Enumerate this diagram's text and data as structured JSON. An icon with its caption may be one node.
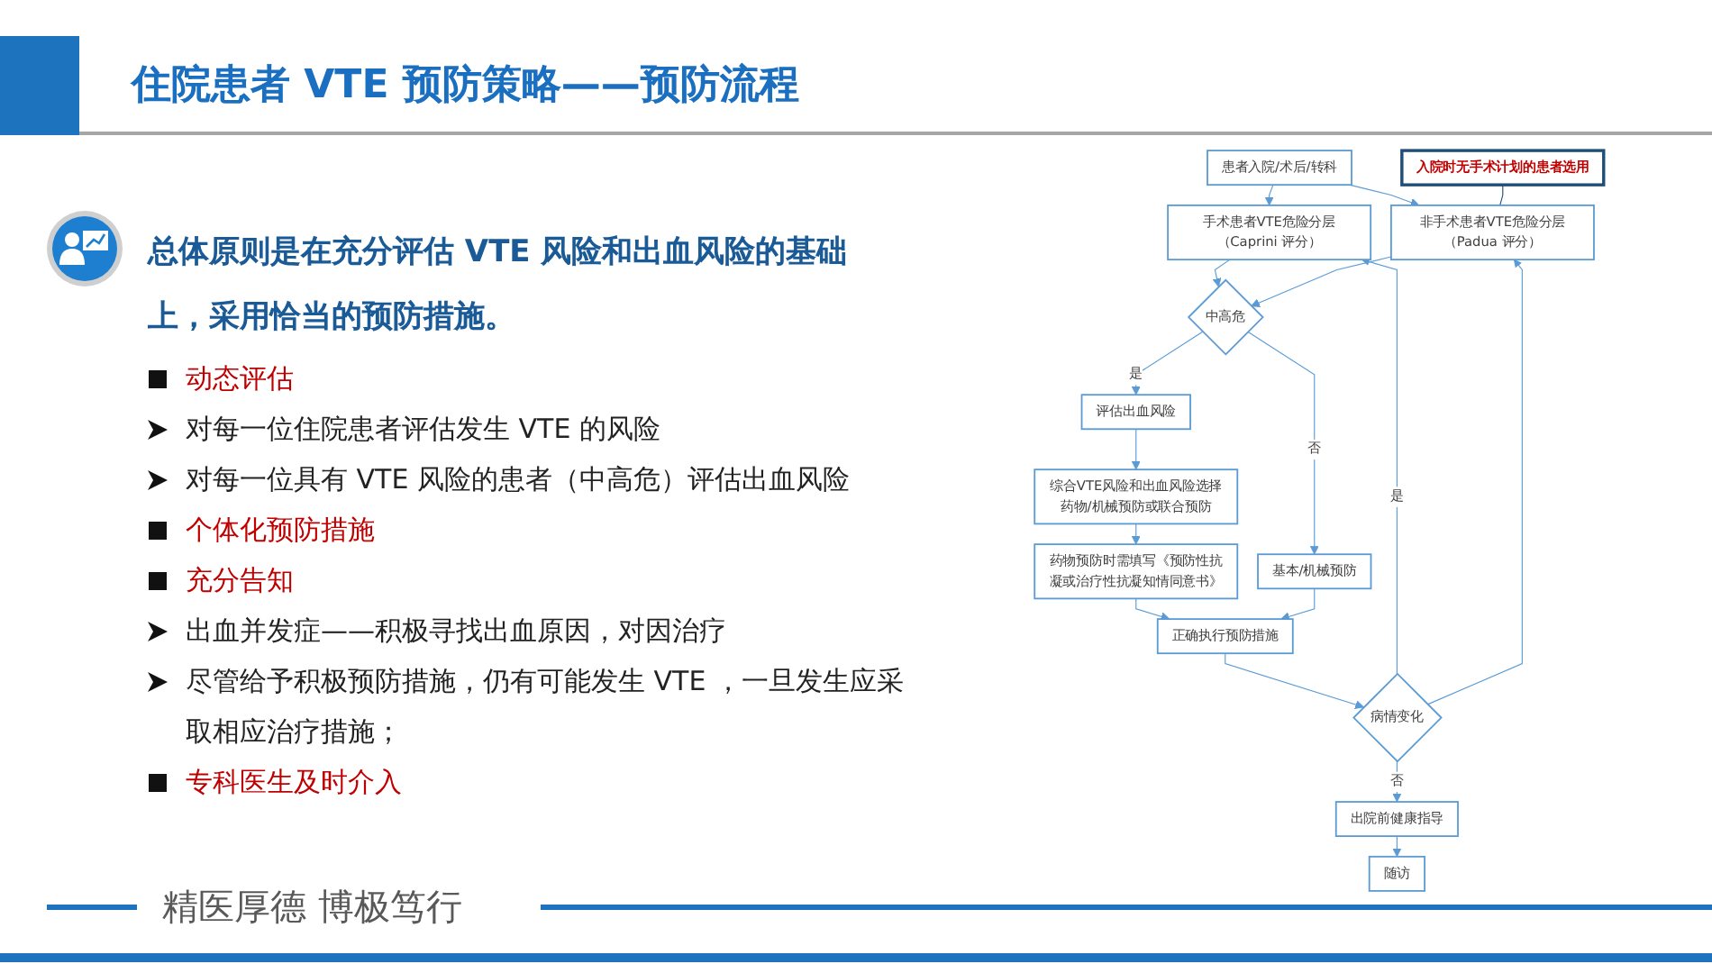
{
  "diagram": {
    "title": "住院患者 VTE 预防策略——预防流程",
    "nodes": [
      {
        "text": [
          "入院时无手术计划的患者选用"
        ]
      },
      {
        "text": [
          "患者入院/术后/转科"
        ]
      },
      {
        "text": [
          "手术患者VTE危险分层（Caprini 评分）"
        ]
      },
      {
        "text": [
          "非手术患者VTE危险分层（Padua 评分）"
        ]
      },
      {
        "text": [
          "中高危"
        ]
      },
      {
        "text": [
          "评估出血风险"
        ]
      },
      {
        "text": [
          "综合VTE风险和出血风险选择药物/机械预防或联合预防"
        ]
      },
      {
        "text": [
          "药物预防时需填写《预防性抗凝或治疗性抗凝知情同意书》"
        ]
      },
      {
        "text": [
          "基本/机械预防"
        ]
      },
      {
        "text": [
          "正确执行预防措施"
        ]
      },
      {
        "text": [
          "病情变化"
        ]
      },
      {
        "text": [
          "出院前健康指导"
        ]
      },
      {
        "text": [
          "随访"
        ]
      }
    ],
    "edges": [
      {
        "from": 1,
        "to": 2,
        "arrow": "to"
      },
      {
        "from": 1,
        "to": 3,
        "arrow": "to"
      },
      {
        "from": 2,
        "to": 4,
        "arrow": "to"
      },
      {
        "from": 3,
        "to": 4,
        "arrow": "to"
      },
      {
        "from": 4,
        "to": 5,
        "arrow": "to",
        "label": "是"
      },
      {
        "from": 4,
        "to": 8,
        "arrow": "to",
        "label": "否"
      },
      {
        "from": 5,
        "to": 6,
        "arrow": "to"
      },
      {
        "from": 6,
        "to": 7,
        "arrow": "to"
      },
      {
        "from": 7,
        "to": 9,
        "arrow": "to"
      },
      {
        "from": 8,
        "to": 9,
        "arrow": "to"
      },
      {
        "from": 9,
        "to": 10,
        "arrow": "to"
      },
      {
        "from": 10,
        "to": 11,
        "arrow": "to",
        "label": "否"
      },
      {
        "from": 11,
        "to": 12,
        "arrow": "to"
      },
      {
        "from": 10,
        "to": 2,
        "arrow": "to",
        "label": "是"
      },
      {
        "from": 10,
        "to": 3,
        "arrow": "to"
      },
      {
        "from": 0,
        "to": 3,
        "arrow": "none",
        "color": "#1f4e79"
      }
    ],
    "labels": [
      "总体原则是在充分评估 VTE 风险和出血风险的基础上，采用恰当的预防措施。",
      "动态评估",
      "对每一位住院患者评估发生 VTE 的风险",
      "对每一位具有 VTE 风险的患者（中高危）评估出血风险",
      "个体化预防措施",
      "充分告知",
      "出血并发症——积极寻找出血原因，对因治疗",
      "尽管给予积极预防措施，仍有可能发生 VTE ，一旦发生应采取相应治疗措施；",
      "专科医生及时介入",
      "精医厚德 博极笃行"
    ]
  }
}
